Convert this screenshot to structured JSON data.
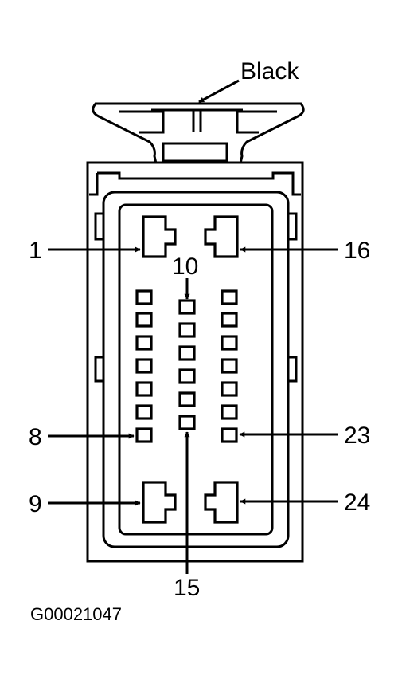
{
  "diagram": {
    "color_label": "Black",
    "pin_labels": {
      "p1": "1",
      "p16": "16",
      "p10": "10",
      "p8": "8",
      "p23": "23",
      "p9": "9",
      "p24": "24",
      "p15": "15"
    },
    "figure_code": "G00021047"
  }
}
